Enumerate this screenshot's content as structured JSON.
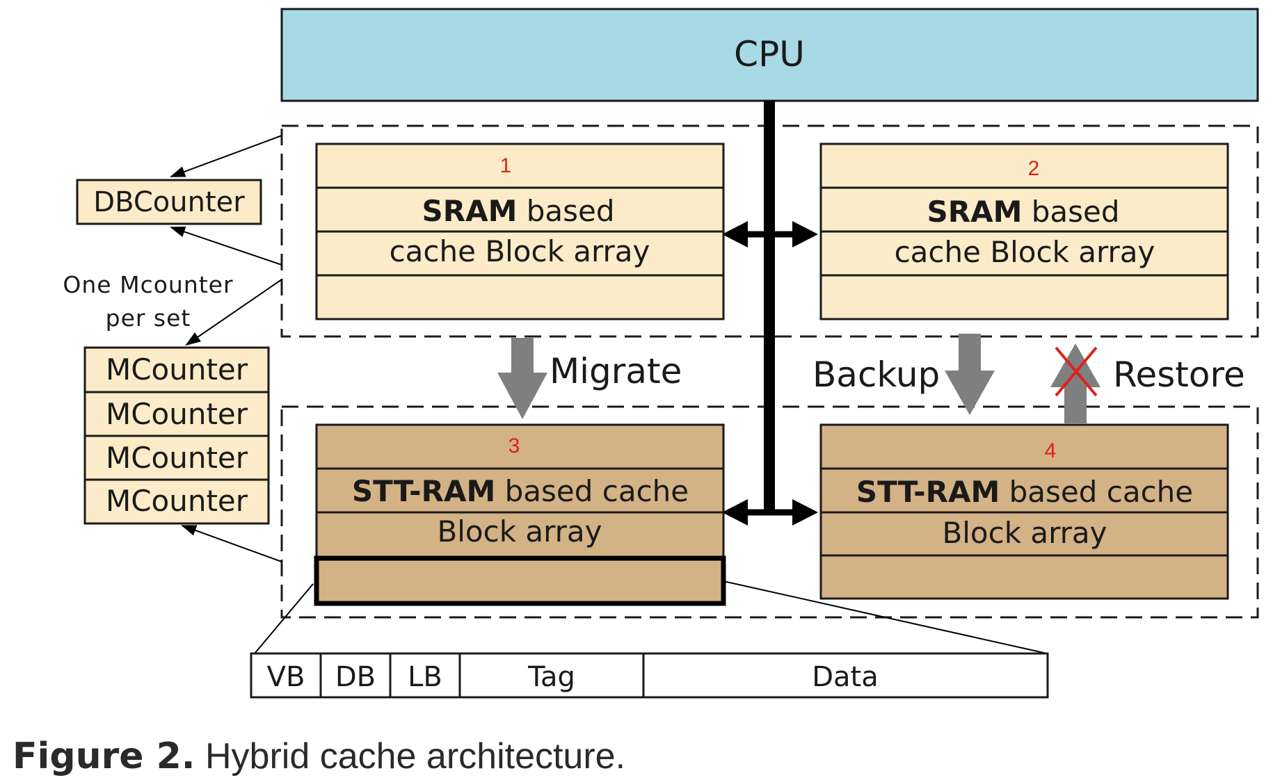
{
  "cpu": {
    "label": "CPU",
    "color": "#a8dae6"
  },
  "sram_banks": [
    {
      "number": "1",
      "line1_bold": "SRAM",
      "line1_rest": " based",
      "line2": "cache Block array"
    },
    {
      "number": "2",
      "line1_bold": "SRAM",
      "line1_rest": " based",
      "line2": "cache Block array"
    }
  ],
  "stt_banks": [
    {
      "number": "3",
      "line1_bold": "STT-RAM",
      "line1_rest": " based cache",
      "line2": "Block array"
    },
    {
      "number": "4",
      "line1_bold": "STT-RAM",
      "line1_rest": " based cache",
      "line2": "Block array"
    }
  ],
  "colors": {
    "sram_fill": "#fbebc8",
    "stt_fill": "#d3b285",
    "arrow_gray": "#7f7f7f",
    "restore_cross": "#e0201c"
  },
  "dbcounter": {
    "label": "DBCounter"
  },
  "mcounter_note": {
    "line1": "One Mcounter",
    "line2": "per set"
  },
  "mcounters": [
    "MCounter",
    "MCounter",
    "MCounter",
    "MCounter"
  ],
  "flows": {
    "migrate": "Migrate",
    "backup": "Backup",
    "restore": "Restore"
  },
  "block_fields": [
    "VB",
    "DB",
    "LB",
    "Tag",
    "Data"
  ],
  "caption": {
    "prefix": "Figure 2.",
    "text": " Hybrid cache architecture."
  }
}
